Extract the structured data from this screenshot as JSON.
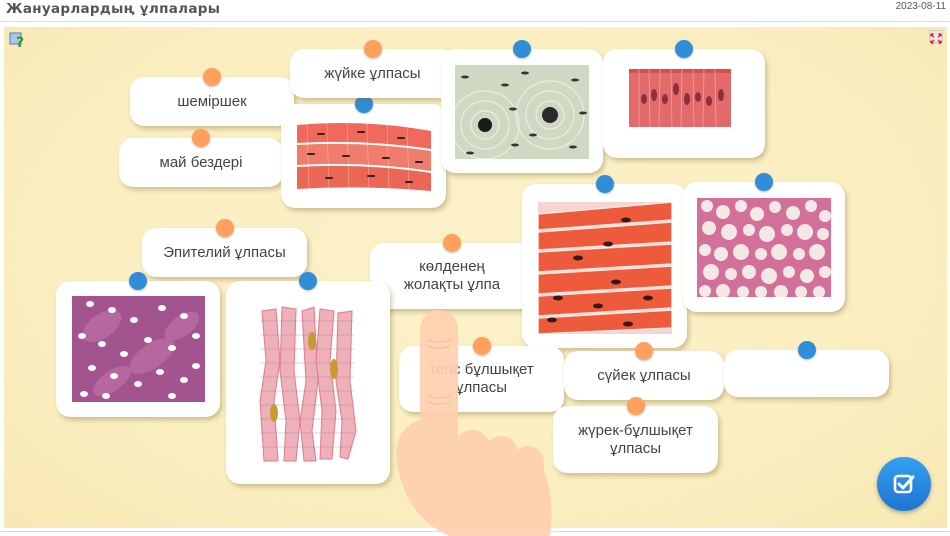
{
  "header": {
    "title": "Жануарлардың ұлпалары",
    "date": "2023-08-11"
  },
  "toolbar": {
    "help_icon": "help-question-icon",
    "fullscreen_icon": "fullscreen-icon"
  },
  "labels": [
    {
      "id": "shemirshek",
      "text": "шеміршек"
    },
    {
      "id": "zhuike",
      "text": "жүйке ұлпасы"
    },
    {
      "id": "mai-bezderi",
      "text": "май бездері"
    },
    {
      "id": "epitelii",
      "text": "Эпителий ұлпасы"
    },
    {
      "id": "koldenen",
      "text": "көлденең жолақты ұлпа"
    },
    {
      "id": "tegis",
      "text": "тегіс бұлшықет ұлпасы"
    },
    {
      "id": "suiek",
      "text": "сүйек ұлпасы"
    },
    {
      "id": "zhurek",
      "text": "жүрек-бұлшықет ұлпасы"
    }
  ],
  "image_cards": [
    {
      "id": "smooth-muscle-image",
      "depicts": "elongated red muscle fibers with dark nuclei"
    },
    {
      "id": "bone-tissue-image",
      "depicts": "bone osteons with concentric rings"
    },
    {
      "id": "epithelial-image",
      "depicts": "columnar red epithelial cells"
    },
    {
      "id": "striated-muscle-image",
      "depicts": "diagonal red striated muscle fibers"
    },
    {
      "id": "adipose-image",
      "depicts": "pink fat cells"
    },
    {
      "id": "cartilage-image",
      "depicts": "purple cartilage with chondrocytes"
    },
    {
      "id": "cardiac-muscle-image",
      "depicts": "branched pink cardiac muscle fibers"
    }
  ],
  "empty_slot": {
    "id": "empty-drop-slot",
    "text": ""
  },
  "check_button": {
    "icon": "check-square-icon"
  },
  "colors": {
    "label_dot": "#ffa15c",
    "image_dot": "#2e8ed8",
    "background": "#fbefc2",
    "check_button": "#2882e0"
  }
}
